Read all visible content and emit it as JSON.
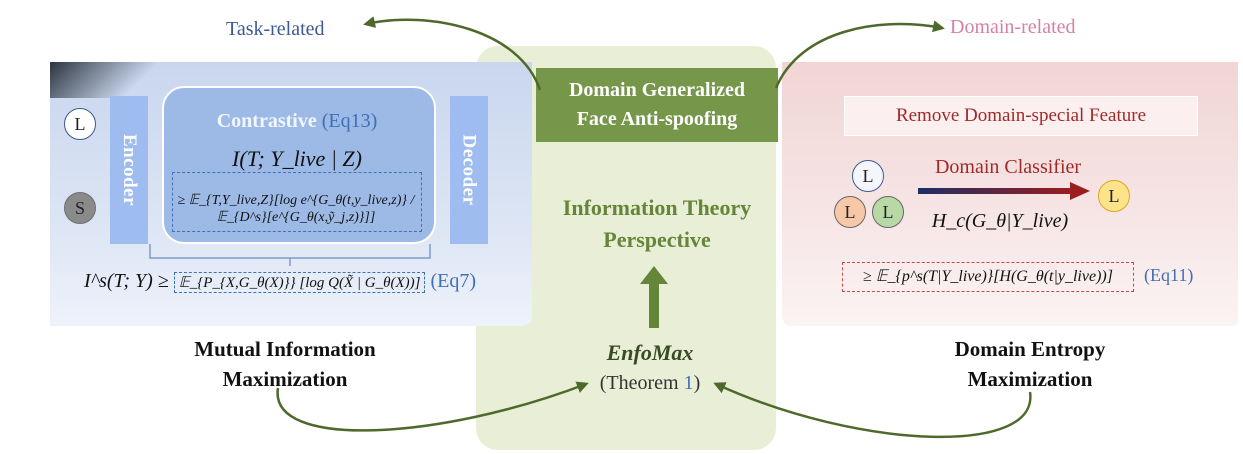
{
  "labels": {
    "task_related": "Task-related",
    "domain_related": "Domain-related"
  },
  "center": {
    "title_line1": "Domain Generalized",
    "title_line2": "Face Anti-spoofing",
    "theory_line1": "Information Theory",
    "theory_line2": "Perspective",
    "method": "EnfoMax",
    "theorem_prefix": "(Theorem ",
    "theorem_num": "1",
    "theorem_suffix": ")"
  },
  "left": {
    "node_l": "L",
    "node_s": "S",
    "encoder": "Encoder",
    "decoder": "Decoder",
    "contrastive": "Contrastive",
    "eq13": "(Eq13)",
    "formula_mi": "I(T; Y_live | Z)",
    "formula_bound": "≥ 𝔼_{T,Y_live,Z}[log e^{G_θ(t,y_live,z)} / 𝔼_{D^s}[e^{G_θ(x,ỹ_j,z)}]]",
    "formula_is": "I^s(T; Y) ≥",
    "formula_is_bound": "𝔼_{P_{X,G_θ(X)}} [log Q(X̃ | G_θ(X))]",
    "eq7": "(Eq7)",
    "caption_line1": "Mutual Information",
    "caption_line2": "Maximization"
  },
  "right": {
    "remove_feature": "Remove Domain-special Feature",
    "domain_classifier": "Domain Classifier",
    "node_l": "L",
    "formula_hc": "H_c(G_θ|Y_live)",
    "formula_bound": "≥ 𝔼_{p^s(T|Y_live)}[H(G_θ(t|y_live))]",
    "eq11": "(Eq11)",
    "caption_line1": "Domain Entropy",
    "caption_line2": "Maximization"
  },
  "colors": {
    "center_green": "#76964a",
    "center_bg": "#e9efd6",
    "left_blue": "#c9d6ee",
    "right_pink": "#f1d5d5",
    "eq_blue": "#3f6fb5",
    "classifier_red": "#9f2a2a"
  }
}
